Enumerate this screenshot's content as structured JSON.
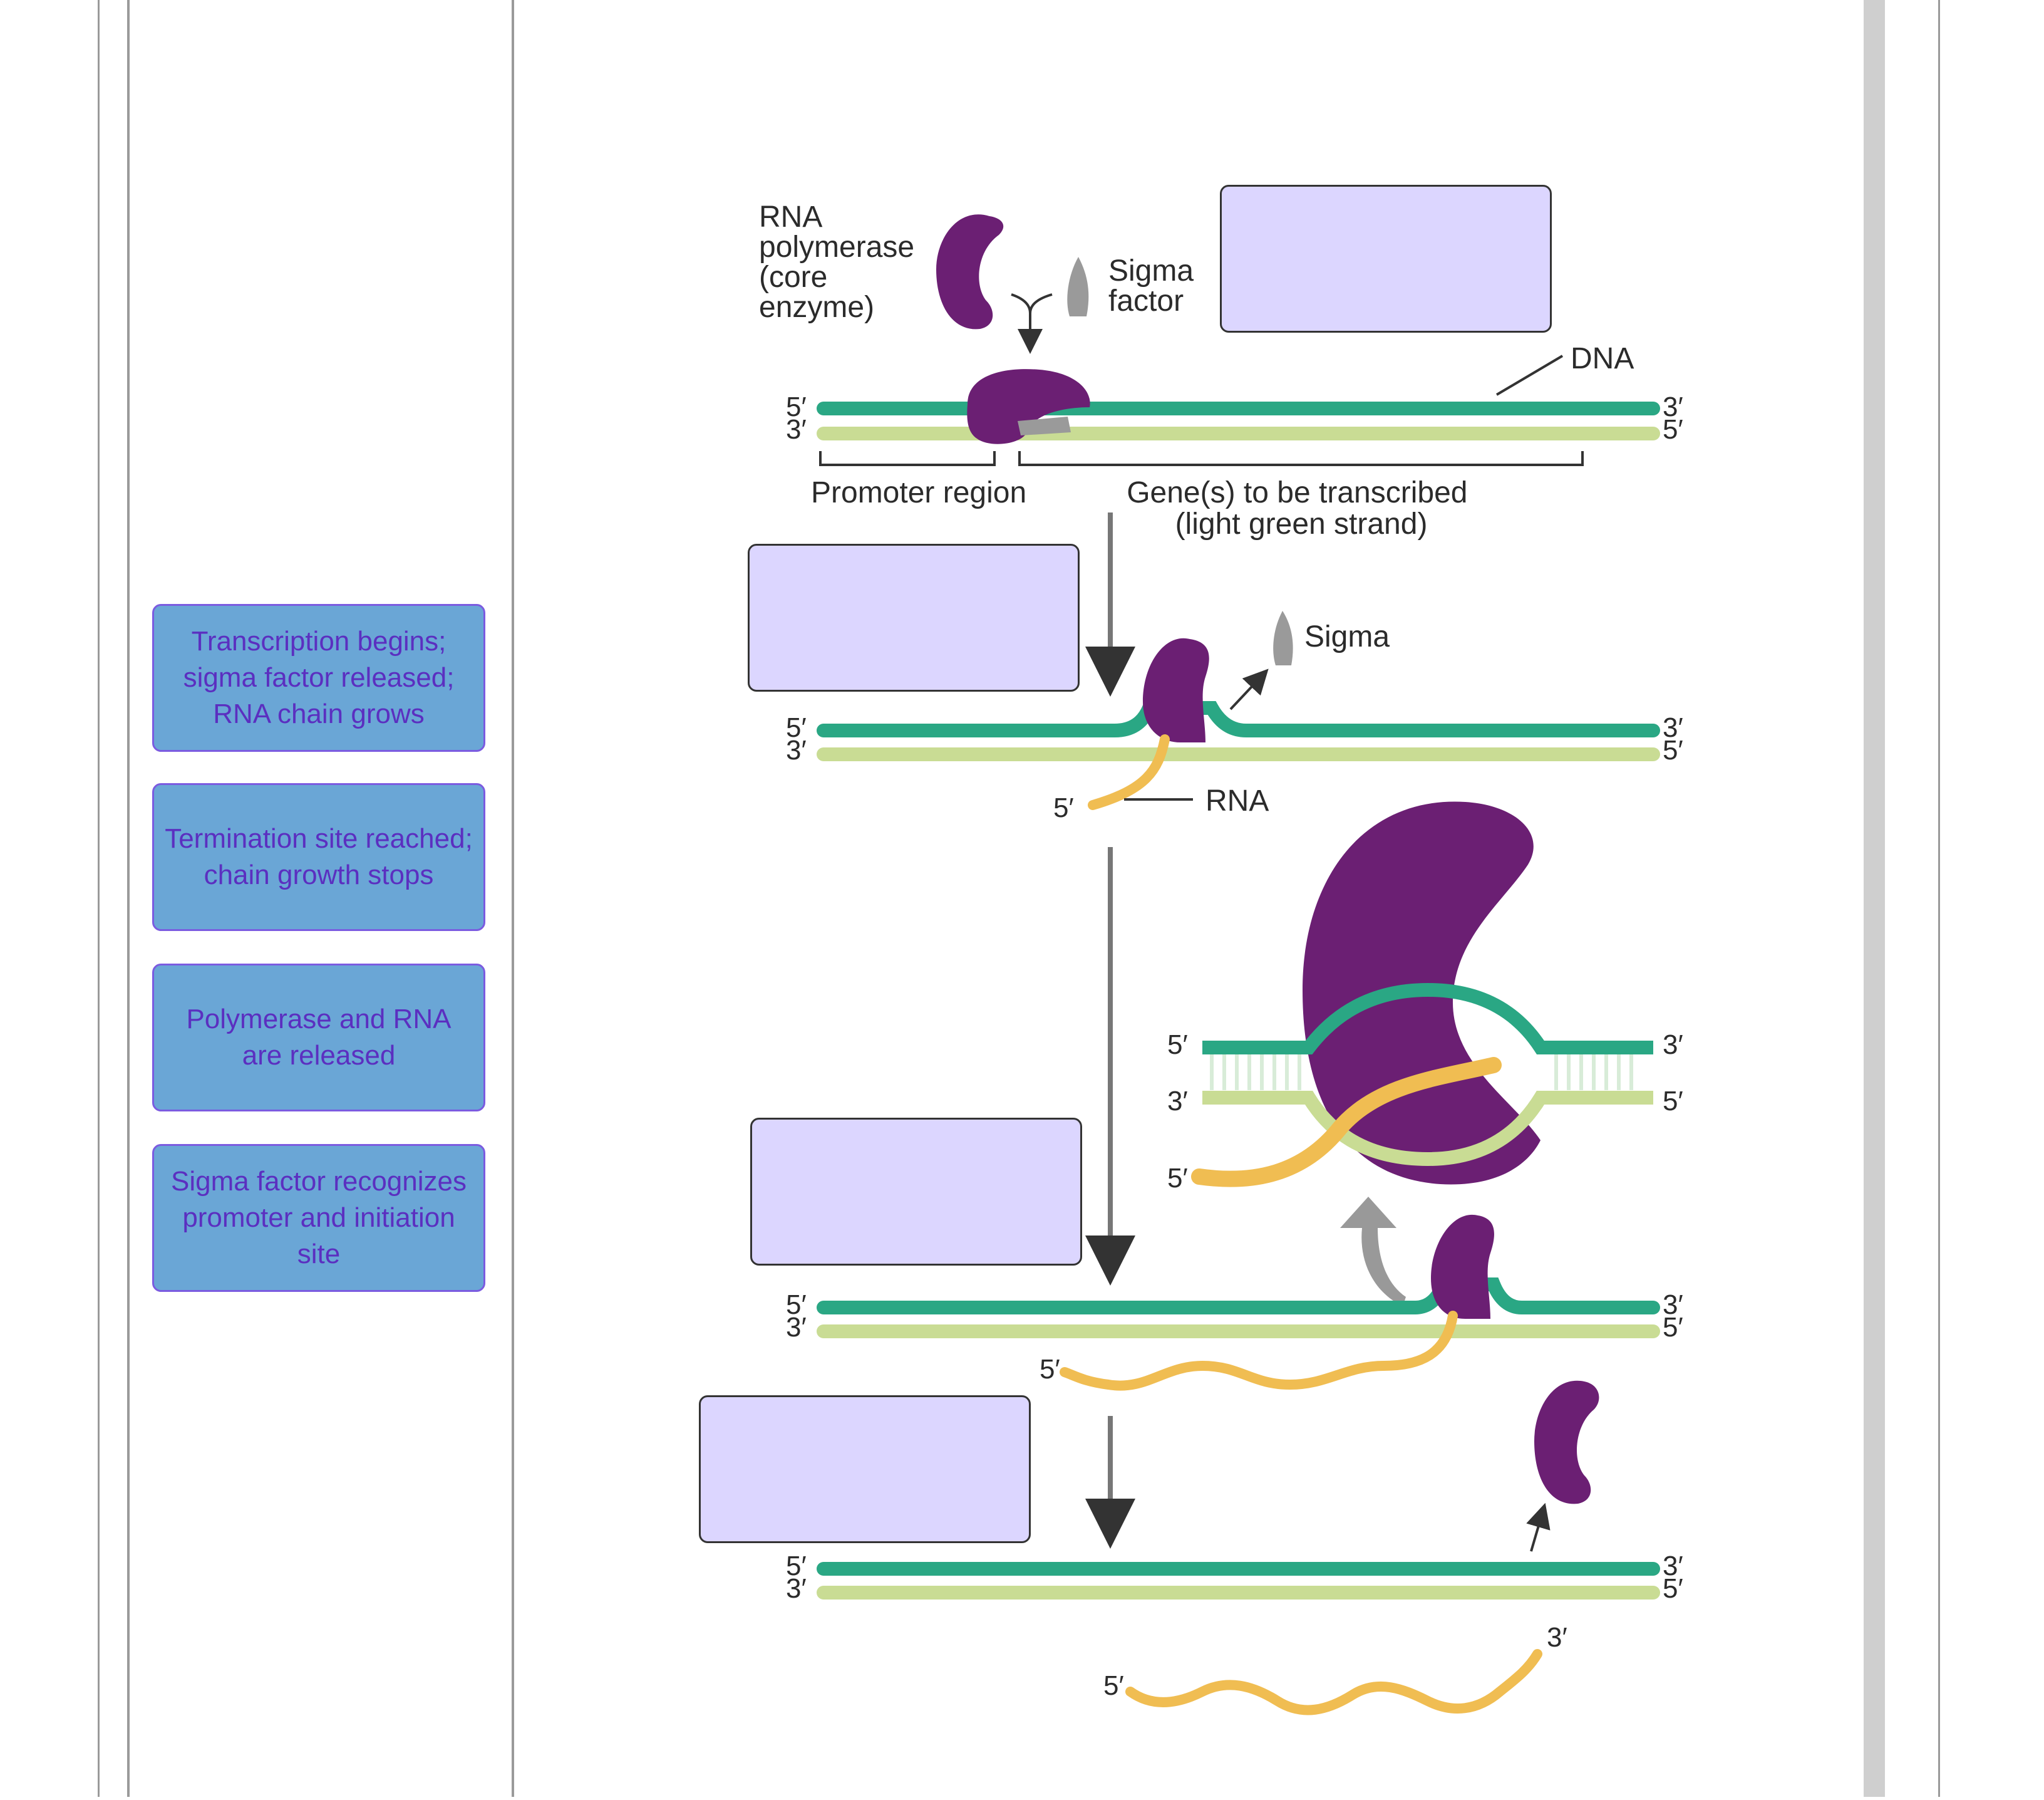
{
  "draggable_labels": [
    {
      "text": "Transcription begins;\nsigma factor released;\nRNA chain grows"
    },
    {
      "text": "Termination site reached;\nchain growth stops"
    },
    {
      "text": "Polymerase and RNA\nare released"
    },
    {
      "text": "Sigma factor recognizes\npromoter and initiation\nsite"
    }
  ],
  "diagram": {
    "rna_polymerase_label": [
      "RNA",
      "polymerase",
      "(core",
      "enzyme)"
    ],
    "sigma_factor_label": [
      "Sigma",
      "factor"
    ],
    "dna_label": "DNA",
    "promoter_label": "Promoter region",
    "gene_label": [
      "Gene(s) to be transcribed",
      "(light green strand)"
    ],
    "sigma_label": "Sigma",
    "rna_label": "RNA",
    "end_5": "5′",
    "end_3": "3′"
  },
  "colors": {
    "dark_strand": "#2aa784",
    "light_strand": "#c9dc94",
    "polymerase": "#6b1f73",
    "rna": "#f0bd52",
    "sigma": "#9a9a9a",
    "label_card": "#6aa6d6",
    "label_text": "#5b2fc0",
    "drop_zone": "#dcd6ff"
  }
}
